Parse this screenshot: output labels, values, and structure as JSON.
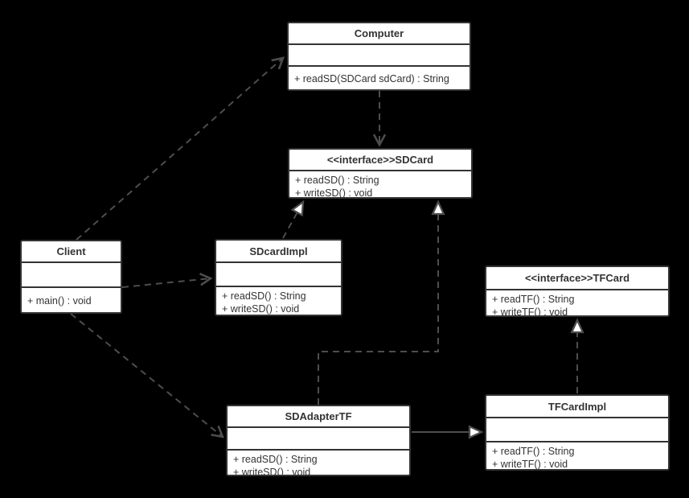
{
  "colors": {
    "background": "#000000",
    "box_fill": "#ffffff",
    "box_border": "#333333",
    "text": "#333333",
    "connector": "#4d4d4d"
  },
  "diagram": {
    "kind": "uml-class-diagram",
    "classes": {
      "computer": {
        "title": "Computer",
        "methods": [
          "+ readSD(SDCard sdCard) : String"
        ]
      },
      "sdcard": {
        "title": "<<interface>>SDCard",
        "methods": [
          "+ readSD() : String",
          "+ writeSD() : void"
        ]
      },
      "client": {
        "title": "Client",
        "methods": [
          "+ main() : void"
        ]
      },
      "sdcardimpl": {
        "title": "SDcardImpl",
        "methods": [
          "+ readSD() : String",
          "+ writeSD() : void"
        ]
      },
      "tfcard": {
        "title": "<<interface>>TFCard",
        "methods": [
          "+ readTF() : String",
          "+ writeTF() : void"
        ]
      },
      "sdadaptertf": {
        "title": "SDAdapterTF",
        "methods": [
          "+ readSD() : String",
          "+ writeSD() : void"
        ]
      },
      "tfcardimpl": {
        "title": "TFCardImpl",
        "methods": [
          "+ readTF() : String",
          "+ writeTF() : void"
        ]
      }
    },
    "relationships": [
      {
        "from": "Client",
        "to": "Computer",
        "type": "dependency",
        "line": "dashed",
        "arrowhead": "open"
      },
      {
        "from": "Computer",
        "to": "SDCard",
        "type": "dependency",
        "line": "dashed",
        "arrowhead": "open"
      },
      {
        "from": "Client",
        "to": "SDcardImpl",
        "type": "dependency",
        "line": "dashed",
        "arrowhead": "open"
      },
      {
        "from": "Client",
        "to": "SDAdapterTF",
        "type": "dependency",
        "line": "dashed",
        "arrowhead": "open"
      },
      {
        "from": "SDcardImpl",
        "to": "SDCard",
        "type": "realization",
        "line": "dashed",
        "arrowhead": "hollow-triangle"
      },
      {
        "from": "SDAdapterTF",
        "to": "SDCard",
        "type": "realization",
        "line": "dashed",
        "arrowhead": "hollow-triangle"
      },
      {
        "from": "TFCardImpl",
        "to": "TFCard",
        "type": "realization",
        "line": "dashed",
        "arrowhead": "hollow-triangle"
      },
      {
        "from": "SDAdapterTF",
        "to": "TFCardImpl",
        "type": "association",
        "line": "solid",
        "arrowhead": "hollow-triangle"
      }
    ]
  }
}
